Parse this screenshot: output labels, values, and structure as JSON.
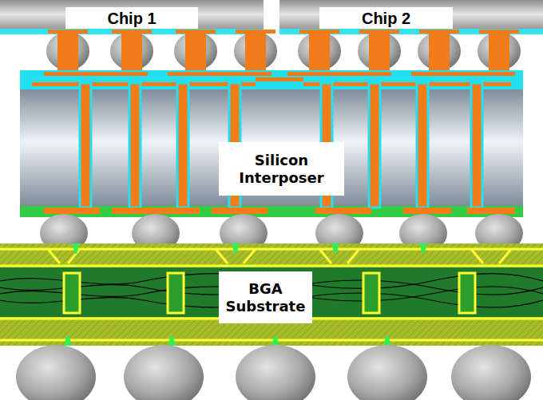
{
  "diagram": {
    "nodes": [
      {
        "text": [
          "Chip 1"
        ]
      },
      {
        "text": [
          "Chip 2"
        ]
      },
      {
        "text": [
          "Silicon Interposer"
        ]
      },
      {
        "text": [
          "BGA Substrate"
        ]
      }
    ]
  }
}
